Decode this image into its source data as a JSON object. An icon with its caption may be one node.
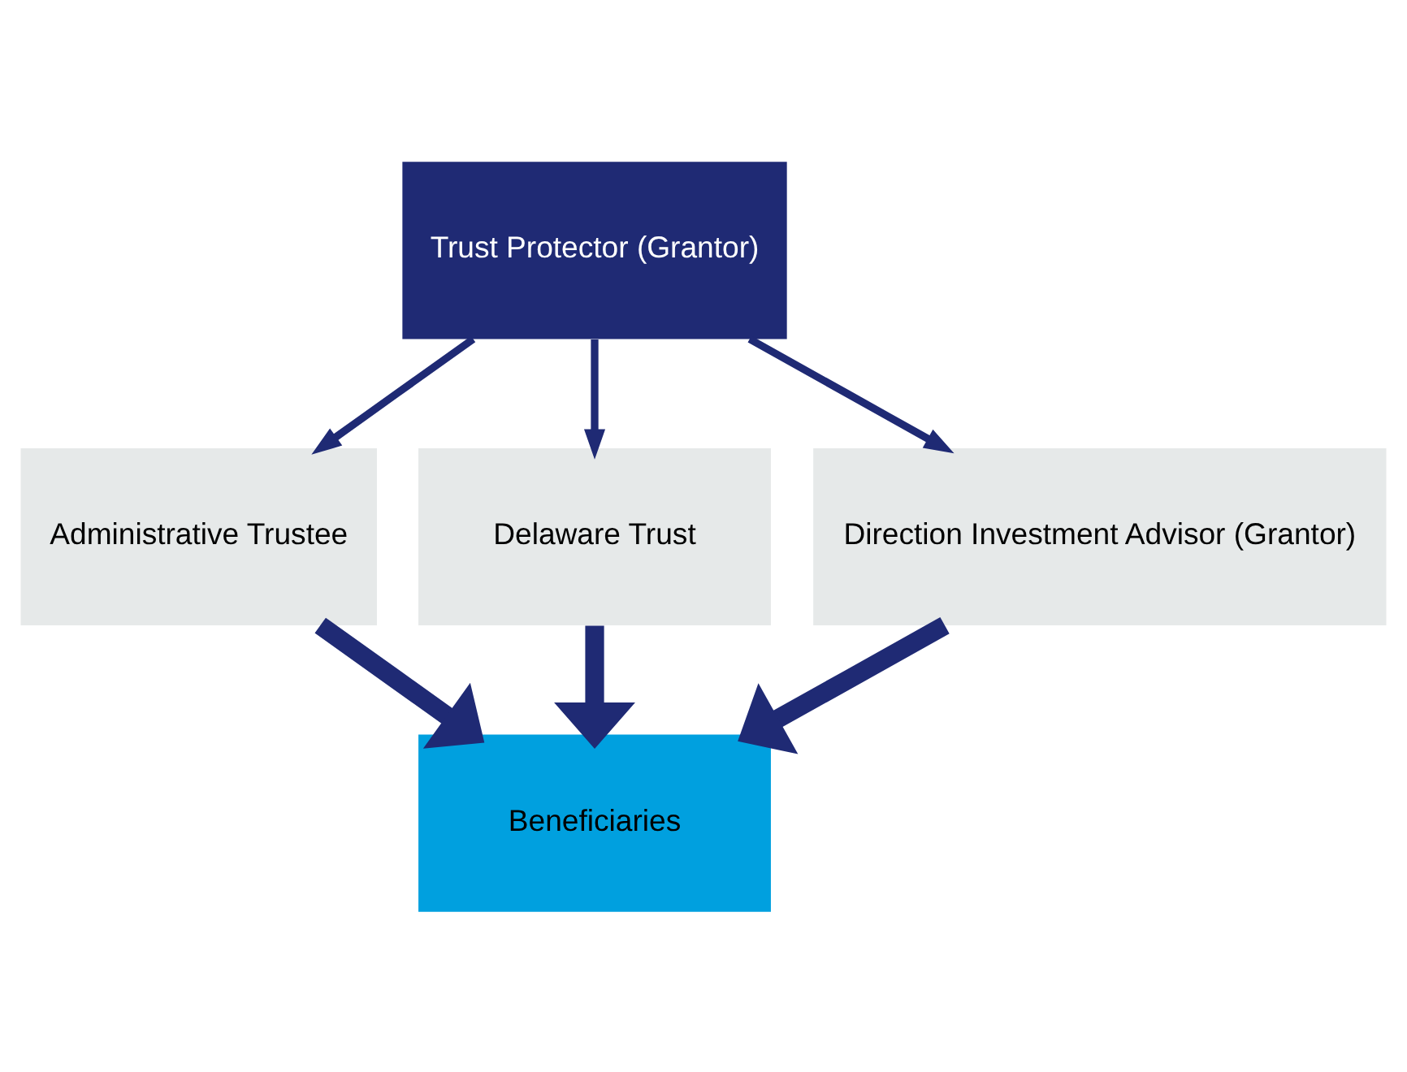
{
  "diagram": {
    "nodes": [
      {
        "text": [
          "Trust Protector (Grantor)"
        ]
      },
      {
        "text": [
          "Administrative Trustee"
        ]
      },
      {
        "text": [
          "Delaware Trust"
        ]
      },
      {
        "text": [
          "Direction Investment Advisor (Grantor)"
        ]
      },
      {
        "text": [
          "Beneficiaries"
        ]
      }
    ],
    "edges": [
      {
        "from": 0,
        "to": 1,
        "arrow": "to"
      },
      {
        "from": 0,
        "to": 2,
        "arrow": "to"
      },
      {
        "from": 0,
        "to": 3,
        "arrow": "to"
      },
      {
        "from": 1,
        "to": 4,
        "arrow": "to",
        "style": "thick"
      },
      {
        "from": 2,
        "to": 4,
        "arrow": "to",
        "style": "thick"
      },
      {
        "from": 3,
        "to": 4,
        "arrow": "to",
        "style": "thick"
      }
    ]
  }
}
